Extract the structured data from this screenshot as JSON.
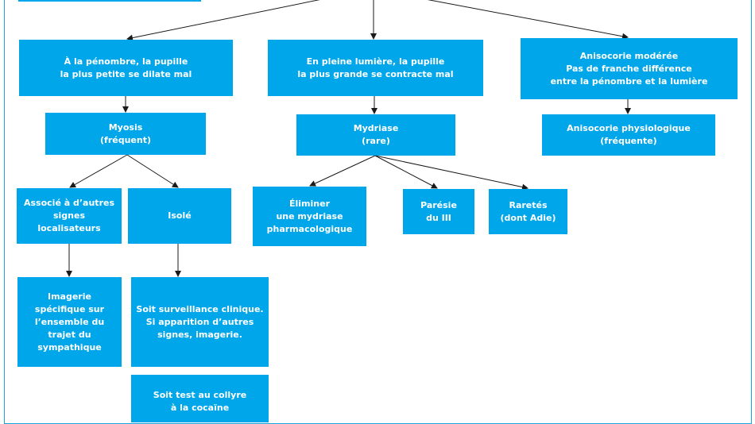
{
  "nodes": {
    "root": "",
    "dim": "À la pénombre, la pupille\nla plus petite se dilate mal",
    "bright": "En pleine lumière, la pupille\nla plus grande se contracte mal",
    "moderate": "Anisocorie modérée\nPas de franche différence\nentre la pénombre et la lumière",
    "myosis": "Myosis\n(fréquent)",
    "mydriase": "Mydriase\n(rare)",
    "physio": "Anisocorie physiologique\n(fréquente)",
    "associe": "Associé à d’autres\nsignes localisateurs",
    "isole": "Isolé",
    "eliminer": "Éliminer\nune mydriase\npharmacologique",
    "paresie": "Parésie\ndu III",
    "raretes": "Raretés\n(dont Adie)",
    "imagerie": "Imagerie\nspécifique sur\nl’ensemble du\ntrajet du\nsympathique",
    "surveillance": "Soit surveillance clinique.\nSi apparition d’autres\nsignes, imagerie.",
    "collyre": "Soit test au collyre\nà la cocaïne"
  },
  "colors": {
    "box": "#00a6ea",
    "line": "#1a1a1a",
    "frame": "#17a6e0"
  }
}
